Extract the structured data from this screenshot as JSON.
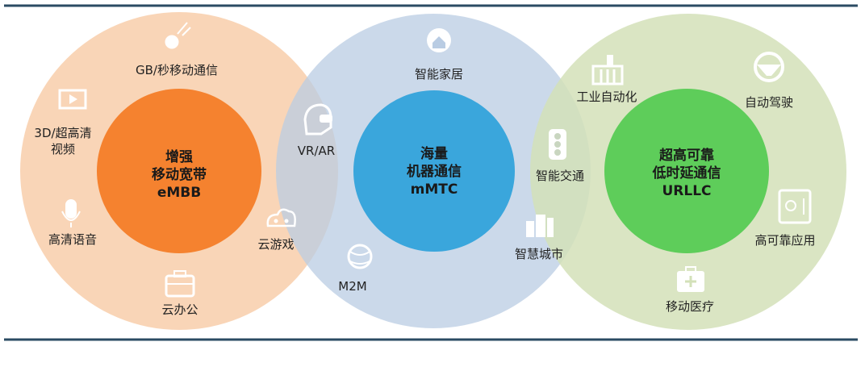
{
  "colors": {
    "frame_line": "#2b4b63",
    "embb_outer": "#f9d5b7",
    "embb_inner": "#f5822f",
    "mmtc_outer": "#c7d6e8",
    "mmtc_inner": "#3aa6dc",
    "urllc_outer": "#d6e3bf",
    "urllc_inner": "#5ecd5a"
  },
  "embb": {
    "title_line1": "增强",
    "title_line2": "移动宽带",
    "title_line3": "eMBB",
    "items": {
      "gbps": "GB/秒移动通信",
      "video_line1": "3D/超高清",
      "video_line2": "视频",
      "voice": "高清语音",
      "office": "云办公",
      "cloud_gaming": "云游戏"
    }
  },
  "mmtc": {
    "title_line1": "海量",
    "title_line2": "机器通信",
    "title_line3": "mMTC",
    "items": {
      "vr_ar": "VR/AR",
      "smart_home": "智能家居",
      "m2m": "M2M",
      "smart_traffic": "智能交通",
      "smart_city": "智慧城市"
    }
  },
  "urllc": {
    "title_line1": "超高可靠",
    "title_line2": "低时延通信",
    "title_line3": "URLLC",
    "items": {
      "industrial": "工业自动化",
      "auto_driving": "自动驾驶",
      "high_reliability": "高可靠应用",
      "mobile_medical": "移动医疗"
    }
  }
}
